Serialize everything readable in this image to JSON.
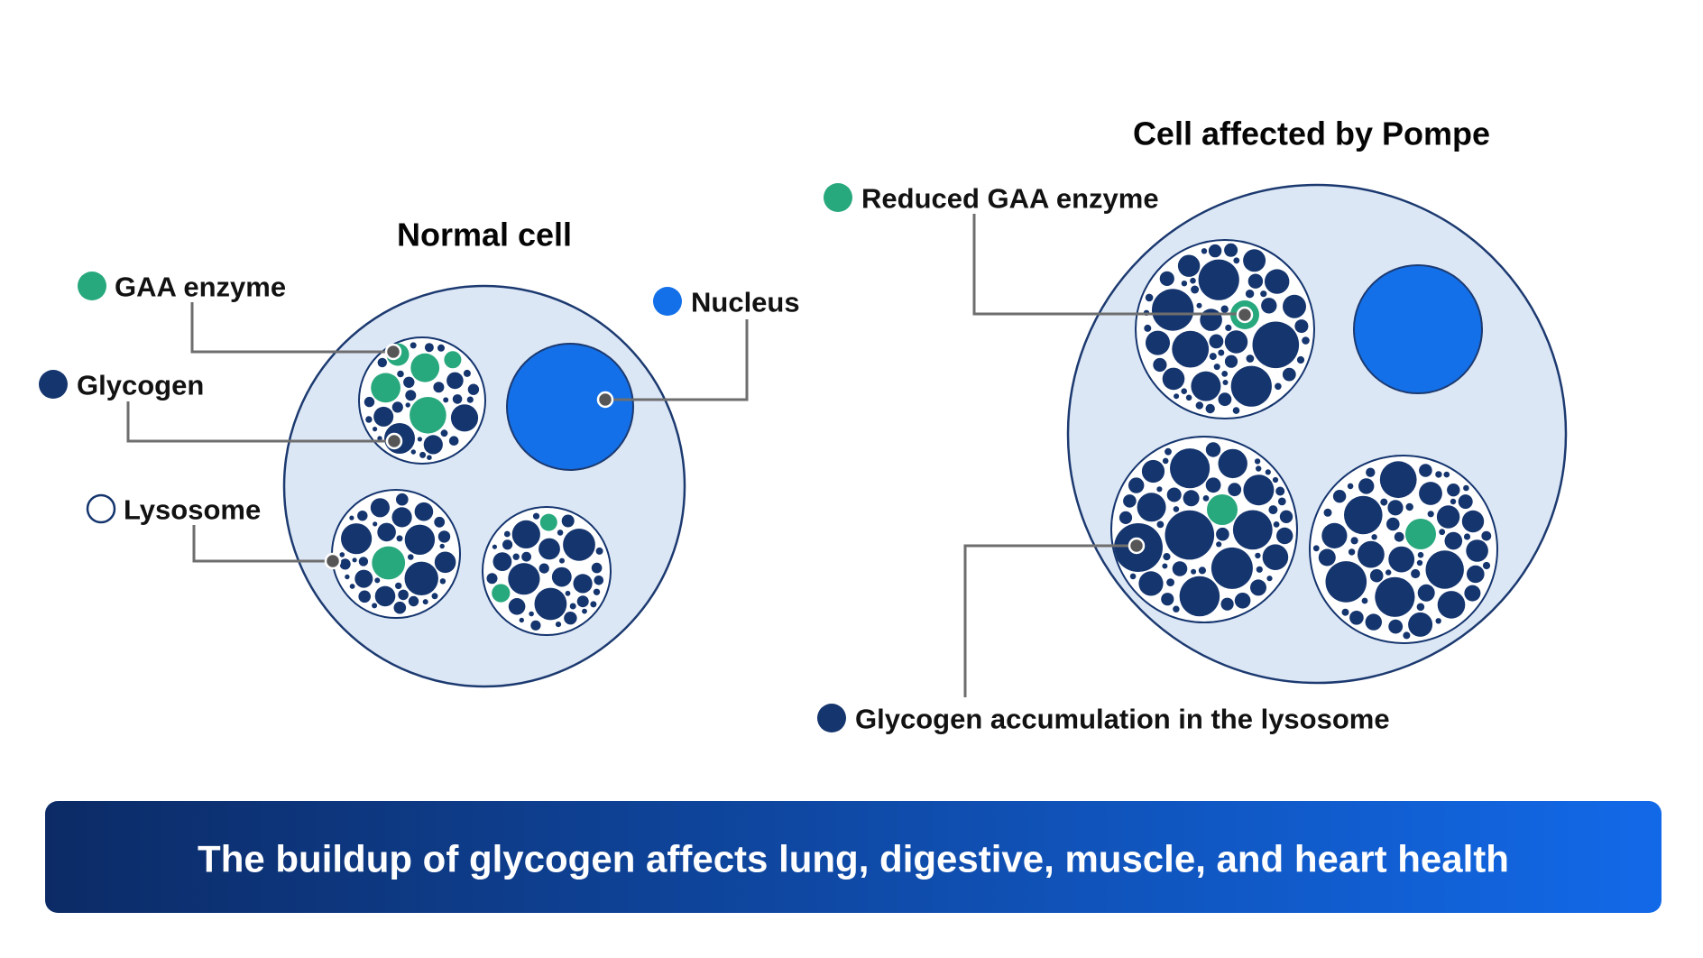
{
  "palette": {
    "navy": "#15356e",
    "green": "#27a87d",
    "cell_fill": "#dce7f6",
    "cell_border": "#1c3a70",
    "nucleus_fill": "#1370e8",
    "leader_line": "#6e6e6e",
    "leader_dot": "#565656",
    "label_text": "#121212",
    "banner_left": "#0c2b66",
    "banner_right": "#1269e8",
    "banner_text_color": "#ffffff"
  },
  "normal_cell": {
    "title": "Normal cell",
    "legend": {
      "gaa_enzyme": "GAA enzyme",
      "glycogen": "Glycogen",
      "lysosome": "Lysosome",
      "nucleus": "Nucleus"
    }
  },
  "pompe_cell": {
    "title": "Cell affected by Pompe",
    "legend": {
      "reduced_gaa_enzyme": "Reduced GAA enzyme",
      "glycogen_accumulation": "Glycogen accumulation in the lysosome"
    }
  },
  "banner": {
    "text": "The buildup of glycogen affects lung, digestive, muscle, and heart health"
  }
}
